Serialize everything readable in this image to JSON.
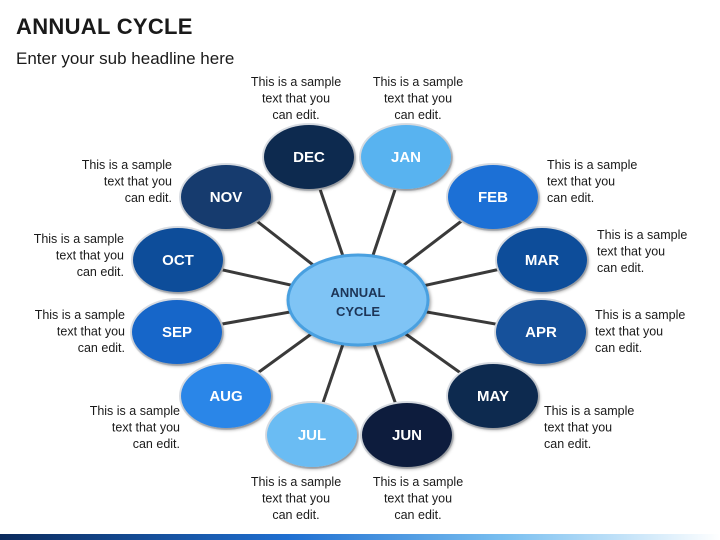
{
  "header": {
    "title": "ANNUAL CYCLE",
    "subtitle": "Enter your sub headline here"
  },
  "center": {
    "lines": [
      "ANNUAL",
      "CYCLE"
    ],
    "fill": "#7fc4f5",
    "stroke": "#4aa0e0"
  },
  "months": [
    {
      "label": "DEC",
      "fill": "#0e2a4f",
      "caption": [
        "This is a sample",
        "text that you",
        "can edit."
      ]
    },
    {
      "label": "JAN",
      "fill": "#59b3f0",
      "caption": [
        "This is a sample",
        "text that you",
        "can edit."
      ]
    },
    {
      "label": "FEB",
      "fill": "#1a6fd6",
      "caption": [
        "This is a sample",
        "text that you",
        "can edit."
      ]
    },
    {
      "label": "MAR",
      "fill": "#0f4d9a",
      "caption": [
        "This is a sample",
        "text that you",
        "can edit."
      ]
    },
    {
      "label": "APR",
      "fill": "#12519b",
      "caption": [
        "This is a sample",
        "text that you",
        "can edit."
      ]
    },
    {
      "label": "MAY",
      "fill": "#0e2a4f",
      "caption": [
        "This is a sample",
        "text that you",
        "can edit."
      ]
    },
    {
      "label": "JUN",
      "fill": "#0c1f3d",
      "caption": [
        "This is a sample",
        "text that you",
        "can edit."
      ]
    },
    {
      "label": "JUL",
      "fill": "#6bbcf3",
      "caption": [
        "This is a sample",
        "text that you",
        "can edit."
      ]
    },
    {
      "label": "AUG",
      "fill": "#2b86e8",
      "caption": [
        "This is a sample",
        "text that you",
        "can edit."
      ]
    },
    {
      "label": "SEP",
      "fill": "#1766c9",
      "caption": [
        "This is a sample",
        "text that you",
        "can edit."
      ]
    },
    {
      "label": "OCT",
      "fill": "#0f4d9a",
      "caption": [
        "This is a sample",
        "text that you",
        "can edit."
      ]
    },
    {
      "label": "NOV",
      "fill": "#123a6e",
      "caption": [
        "This is a sample",
        "text that you",
        "can edit."
      ]
    }
  ],
  "colors": {
    "connector": "#3a3a3a",
    "ring": "#d9dde3"
  }
}
